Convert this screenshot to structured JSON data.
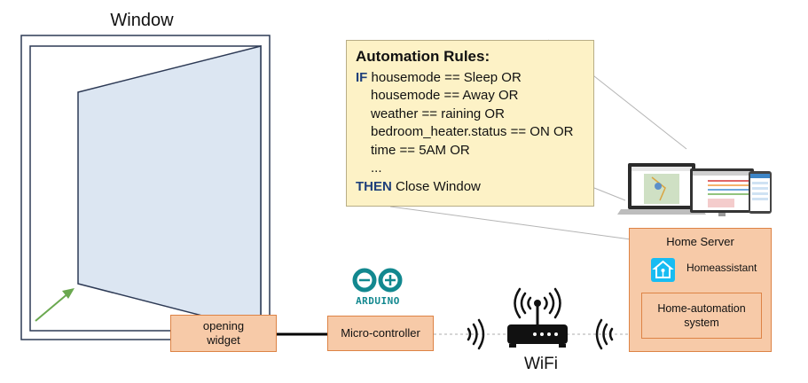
{
  "window": {
    "title": "Window"
  },
  "rules": {
    "title": "Automation Rules:",
    "if_keyword": "IF",
    "first_condition": "housemode == Sleep OR",
    "conditions": [
      "housemode == Away OR",
      "weather == raining OR",
      "bedroom_heater.status == ON OR",
      "time == 5AM OR",
      "..."
    ],
    "then_keyword": "THEN",
    "action": "Close Window"
  },
  "nodes": {
    "opening_widget": "opening widget",
    "microcontroller": "Micro-controller",
    "arduino_logo_text": "ARDUINO",
    "wifi_label": "WiFi"
  },
  "home_server": {
    "title": "Home Server",
    "homeassistant_label": "Homeassistant",
    "automation_system": "Home-automation system"
  },
  "colors": {
    "orange_fill": "#f7caa8",
    "orange_border": "#dd8345",
    "rules_fill": "#fdf2c6",
    "window_pane": "#dce6f2",
    "arduino_teal": "#12888f",
    "arrow_green": "#6aa84f",
    "keyword_blue": "#1e3f7a",
    "homeassistant_blue": "#18bcf2"
  }
}
